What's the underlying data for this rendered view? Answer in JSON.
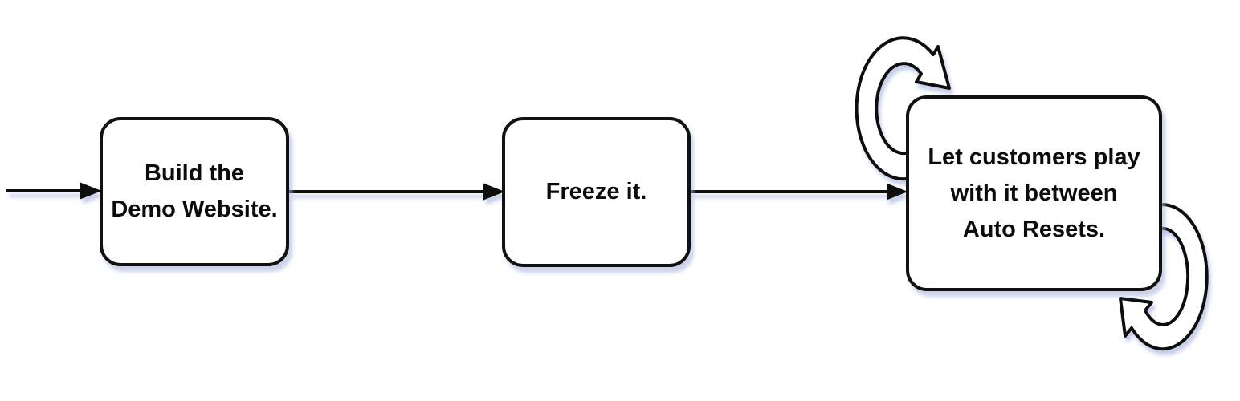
{
  "colors": {
    "background": "#ffffff",
    "stroke": "#111111",
    "node_fill": "#ffffff",
    "shadow": "#a9b6dd"
  },
  "nodes": [
    {
      "line1": "Build the",
      "line2": "Demo Website."
    },
    {
      "line1": "Freeze it."
    },
    {
      "line1": "Let customers play",
      "line2": "with it between",
      "line3": "Auto Resets."
    }
  ],
  "edges": [
    {
      "from": "start",
      "to": "node-1",
      "type": "arrow"
    },
    {
      "from": "node-1",
      "to": "node-2",
      "type": "arrow"
    },
    {
      "from": "node-2",
      "to": "node-3",
      "type": "arrow"
    },
    {
      "node": "node-3",
      "type": "self-loop",
      "position": "top-left"
    },
    {
      "node": "node-3",
      "type": "self-loop",
      "position": "bottom-right"
    }
  ]
}
